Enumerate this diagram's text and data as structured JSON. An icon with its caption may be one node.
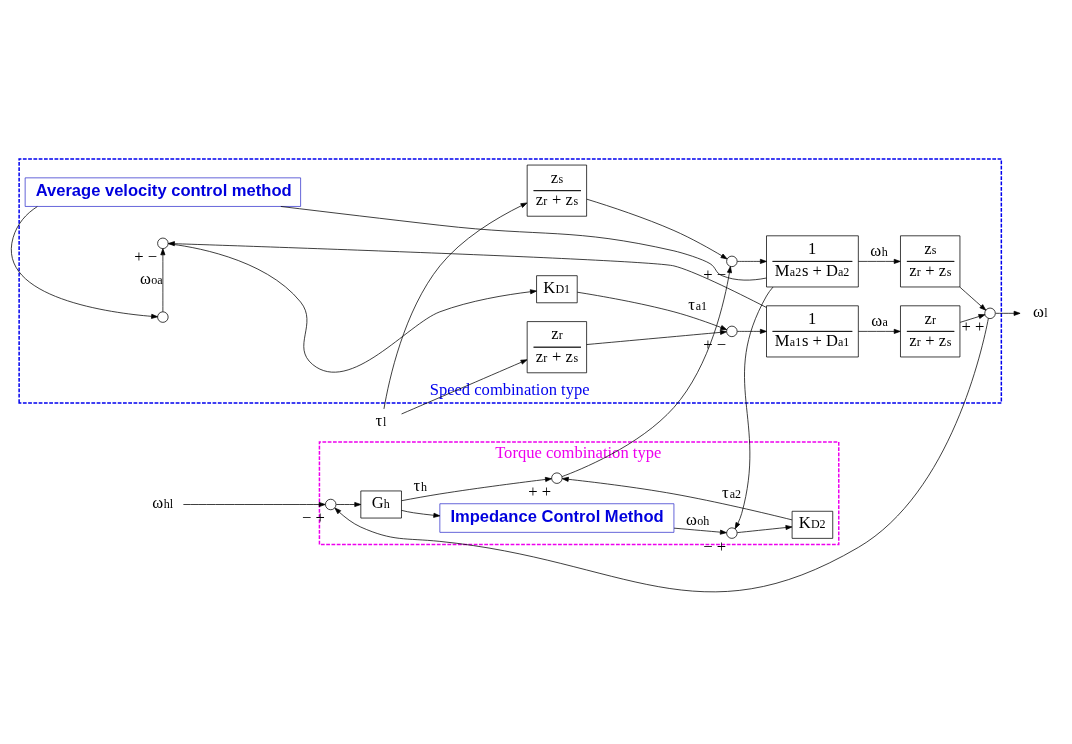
{
  "diagram": {
    "nodes": [
      {
        "text": [
          "Torque combination type"
        ]
      },
      {
        "text": [
          "Speed combination type"
        ]
      },
      {
        "text": [
          "ω$_{hl}$"
        ]
      },
      {
        "text": [],
        "shape": "circle",
        "in": 0,
        "beside": [
          "−",
          "+"
        ]
      },
      {
        "text": [
          "G$_{h}$"
        ],
        "in": 0
      },
      {
        "text": [
          "Impedance Control Method"
        ],
        "in": 0
      },
      {
        "text": [],
        "shape": "circle",
        "in": 0,
        "beside": [
          "−",
          "+"
        ]
      },
      {
        "text": [
          "K$_{D2}$"
        ],
        "in": 0
      },
      {
        "text": [],
        "shape": "circle",
        "in": 0,
        "beside": [
          "+",
          "+"
        ]
      },
      {
        "text": [
          "z$_{s}$",
          "z$_{r}$ + z$_{s}$"
        ],
        "in": 1
      },
      {
        "text": [],
        "shape": "circle",
        "in": 1,
        "beside": [
          "+",
          "−"
        ]
      },
      {
        "text": [
          "1",
          "M$_{a2}$s + D$_{a2}$"
        ],
        "in": 1
      },
      {
        "text": [
          "z$_{s}$",
          "z$_{r}$ + z$_{s}$"
        ],
        "in": 1
      },
      {
        "text": [
          "Average velocity control method"
        ],
        "in": 1
      },
      {
        "text": [],
        "shape": "circle",
        "in": 1,
        "beside": [
          "+",
          "+"
        ]
      },
      {
        "text": [
          "ω$_{l}$"
        ]
      },
      {
        "text": [
          "K$_{D1}$"
        ],
        "in": 1
      },
      {
        "text": [],
        "shape": "circle",
        "in": 1,
        "beside": [
          "+",
          "−"
        ]
      },
      {
        "text": [],
        "shape": "circle",
        "in": 1
      },
      {
        "text": [
          "z$_{r}$",
          "z$_{r}$ + z$_{s}$"
        ],
        "in": 1
      },
      {
        "text": [],
        "shape": "circle",
        "in": 1,
        "beside": [
          "+",
          "−"
        ]
      },
      {
        "text": [
          "1",
          "M$_{a1}$s + D$_{a1}$"
        ],
        "in": 1
      },
      {
        "text": [
          "z$_{r}$",
          "z$_{r}$ + z$_{s}$"
        ],
        "in": 1
      },
      {
        "text": [
          "τ$_{l}$"
        ]
      }
    ],
    "edges": [
      {
        "from": 2,
        "to": 3,
        "arrow": "to"
      },
      {
        "from": 3,
        "to": 4,
        "arrow": "to"
      },
      {
        "from": 4,
        "to": 5,
        "arrow": "to"
      },
      {
        "from": 4,
        "to": 8,
        "arrow": "to",
        "label": "τ$_{h}$"
      },
      {
        "from": 5,
        "to": 6,
        "arrow": "to",
        "label": "ω$_{oh}$"
      },
      {
        "from": 6,
        "to": 7,
        "arrow": "to"
      },
      {
        "from": 7,
        "to": 8,
        "arrow": "to",
        "label": "τ$_{a2}$"
      },
      {
        "from": 8,
        "to": 10,
        "arrow": "to"
      },
      {
        "from": 23,
        "to": 9,
        "arrow": "to"
      },
      {
        "from": 23,
        "to": 19,
        "arrow": "to"
      },
      {
        "from": 9,
        "to": 10,
        "arrow": "to"
      },
      {
        "from": 10,
        "to": 11,
        "arrow": "to"
      },
      {
        "from": 11,
        "to": 12,
        "arrow": "to",
        "label": "ω$_{h}$"
      },
      {
        "from": 11,
        "to": 6,
        "arrow": "to"
      },
      {
        "from": 11,
        "to": 13,
        "arrow": "none"
      },
      {
        "from": 13,
        "to": 18,
        "arrow": "to"
      },
      {
        "from": 18,
        "to": 17,
        "arrow": "to",
        "label": "ω$_{oa}$"
      },
      {
        "from": 17,
        "to": 16,
        "arrow": "to"
      },
      {
        "from": 16,
        "to": 20,
        "arrow": "to",
        "label": "τ$_{a1}$"
      },
      {
        "from": 19,
        "to": 20,
        "arrow": "to"
      },
      {
        "from": 20,
        "to": 21,
        "arrow": "to"
      },
      {
        "from": 21,
        "to": 22,
        "arrow": "to",
        "label": "ω$_{a}$"
      },
      {
        "from": 21,
        "to": 17,
        "arrow": "to"
      },
      {
        "from": 12,
        "to": 14,
        "arrow": "to"
      },
      {
        "from": 22,
        "to": 14,
        "arrow": "to"
      },
      {
        "from": 14,
        "to": 15,
        "arrow": "to"
      },
      {
        "from": 14,
        "to": 3,
        "arrow": "to"
      }
    ]
  }
}
